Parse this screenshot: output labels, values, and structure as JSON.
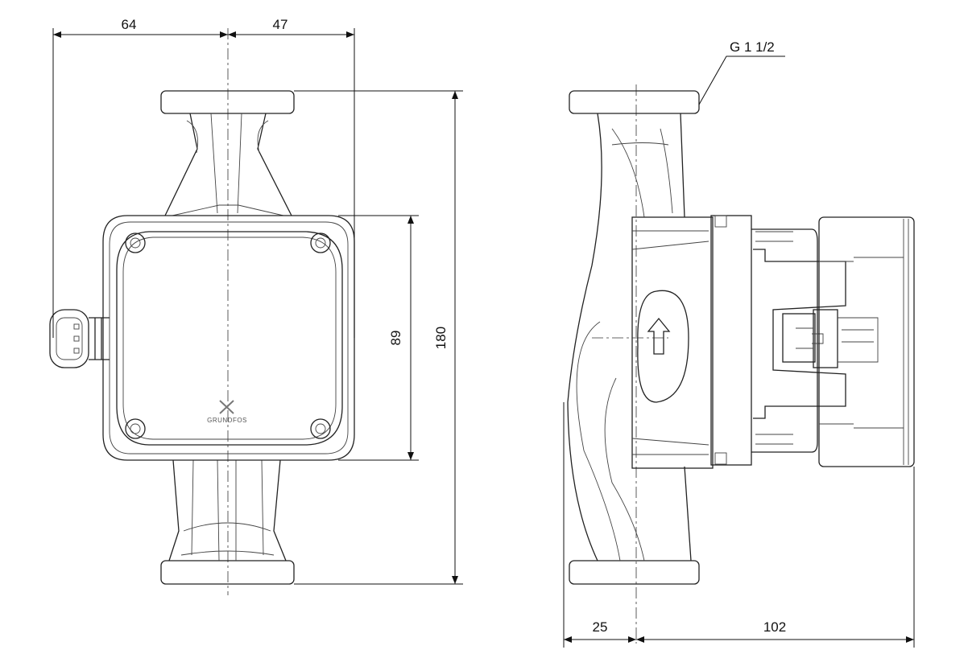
{
  "drawing": {
    "front_view": {
      "dim_left_width": "64",
      "dim_right_width": "47",
      "dim_body_height": "89",
      "dim_total_height": "180",
      "logo_text": "GRUNDFOS"
    },
    "side_view": {
      "thread_label": "G 1 1/2",
      "dim_front_depth": "25",
      "dim_rear_depth": "102"
    },
    "line_color": "#222222"
  }
}
